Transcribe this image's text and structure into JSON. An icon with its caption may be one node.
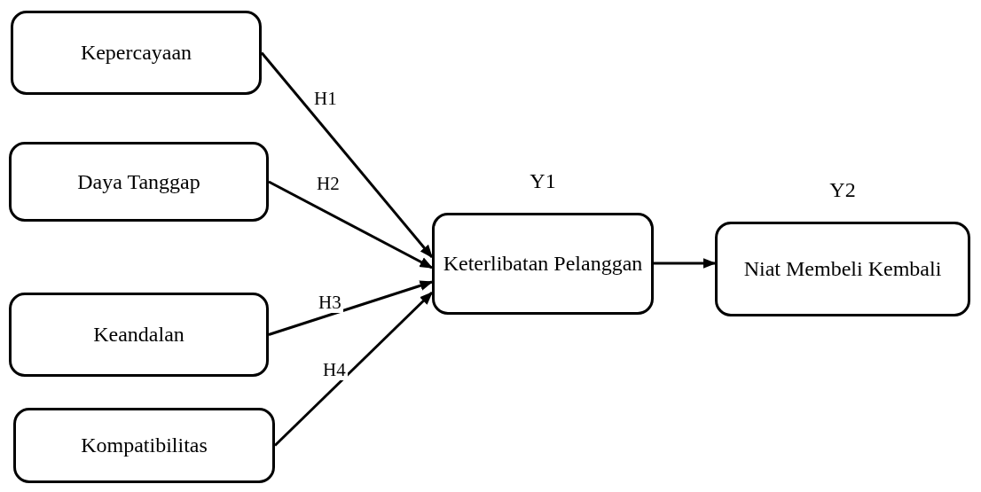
{
  "diagram": {
    "nodes": [
      {
        "text": [
          "Kepercayaan"
        ]
      },
      {
        "text": [
          "Daya Tanggap"
        ]
      },
      {
        "text": [
          "Keandalan"
        ]
      },
      {
        "text": [
          "Kompatibilitas"
        ]
      },
      {
        "text": [
          "Y1",
          "Keterlibatan Pelanggan"
        ]
      },
      {
        "text": [
          "Y2",
          "Niat Membeli Kembali"
        ]
      }
    ],
    "edges": [
      {
        "from": 0,
        "to": 4,
        "arrow": "to",
        "label": "H1"
      },
      {
        "from": 1,
        "to": 4,
        "arrow": "to",
        "label": "H2"
      },
      {
        "from": 2,
        "to": 4,
        "arrow": "to",
        "label": "H3"
      },
      {
        "from": 3,
        "to": 4,
        "arrow": "to",
        "label": "H4"
      },
      {
        "from": 4,
        "to": 5,
        "arrow": "to"
      }
    ]
  }
}
